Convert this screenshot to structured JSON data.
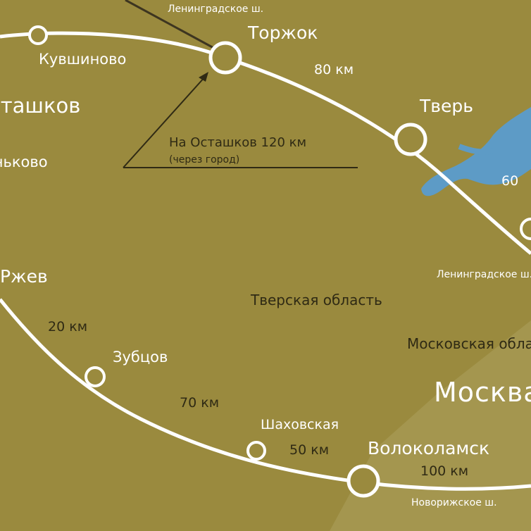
{
  "labels": {
    "leningradskoe_top": "Ленинградское ш.",
    "torzhok": "Торжок",
    "kuvshinovo": "Кувшиново",
    "ostashkov": "Осташков",
    "dist_80": "80 км",
    "tver": "Тверь",
    "note_main": "На Осташков 120 км",
    "note_sub": "(через город)",
    "karovo": "Пеньково",
    "dist_60": "60",
    "leningradskoe_right": "Ленинградское ш.",
    "rzhev": "Ржев",
    "tver_region": "Тверская область",
    "dist_20": "20 км",
    "moscow_region": "Московская область",
    "zubtsov": "Зубцов",
    "moscow": "Москва",
    "dist_70": "70 км",
    "shakhovskaya": "Шаховская",
    "volokolamsk": "Волоколамск",
    "dist_50": "50 км",
    "dist_100": "100 км",
    "novorizhskoe": "Новорижское ш."
  },
  "colors": {
    "tver_region_fill": "#9a8a3e",
    "moscow_region_fill": "#a4964f",
    "route": "#ffffff",
    "water": "#5d9bc6",
    "dark_text": "#2f2a14"
  }
}
